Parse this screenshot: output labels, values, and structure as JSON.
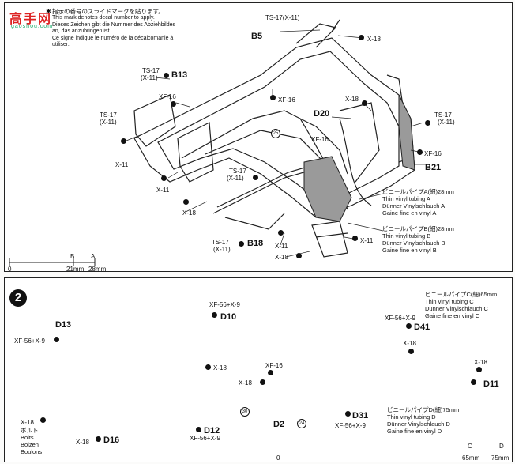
{
  "watermark": {
    "text": "高手网",
    "url": "gaoshou.com"
  },
  "step1": {
    "decal_note": {
      "japanese": "指示の番号のスライドマークを貼ります。",
      "english": "This mark denotes decal number to apply.",
      "german1": "Dieses Zeichen gibt die Nummer des Abziehbildes",
      "german2": "an, das anzubringen ist.",
      "french1": "Ce signe indique le numéro de la décalcomanie à",
      "french2": "utiliser."
    },
    "parts": {
      "b5": "B5",
      "b13": "B13",
      "d20": "D20",
      "b21": "B21",
      "b18": "B18"
    },
    "labels": {
      "ts17_x11": "TS-17",
      "x11_paren": "(X-11)",
      "x18": "X-18",
      "x11": "X-11",
      "xf16": "XF-16"
    },
    "decal_number": "25",
    "tubing_a": {
      "jp": "ビニールパイプA(細)28mm",
      "en": "Thin vinyl tubing A",
      "de": "Dünner Vinylschlauch A",
      "fr": "Gaine fine en vinyl A"
    },
    "tubing_b": {
      "jp": "ビニールパイプB(細)28mm",
      "en": "Thin vinyl tubing B",
      "de": "Dünner Vinylschlauch B",
      "fr": "Gaine fine en vinyl B"
    },
    "ruler": {
      "b": "B",
      "a": "A",
      "zero": "0",
      "m21": "21mm",
      "m28": "28mm"
    }
  },
  "step2": {
    "step_number": "2",
    "parts": {
      "d13": "D13",
      "d10": "D10",
      "d16": "D16",
      "d12": "D12",
      "d41": "D41",
      "d11": "D11",
      "d2": "D2",
      "d31": "D31"
    },
    "labels": {
      "xf56x9": "XF-56+X-9",
      "x18": "X-18",
      "xf16": "XF-16"
    },
    "bolts": {
      "jp": "ボルト",
      "en": "Bolts",
      "de": "Bolzen",
      "fr": "Boulons"
    },
    "decals": {
      "d30": "30",
      "d24": "24"
    },
    "tubing_c": {
      "jp": "ビニールパイプC(細)65mm",
      "en": "Thin vinyl tubing C",
      "de": "Dünner Vinylschlauch C",
      "fr": "Gaine fine en vinyl C"
    },
    "tubing_d": {
      "jp": "ビニールパイプD(細)75mm",
      "en": "Thin vinyl tubing D",
      "de": "Dünner Vinylschlauch D",
      "fr": "Gaine fine en vinyl D"
    },
    "ruler": {
      "c": "C",
      "d": "D",
      "zero": "0",
      "m65": "65mm",
      "m75": "75mm"
    }
  }
}
